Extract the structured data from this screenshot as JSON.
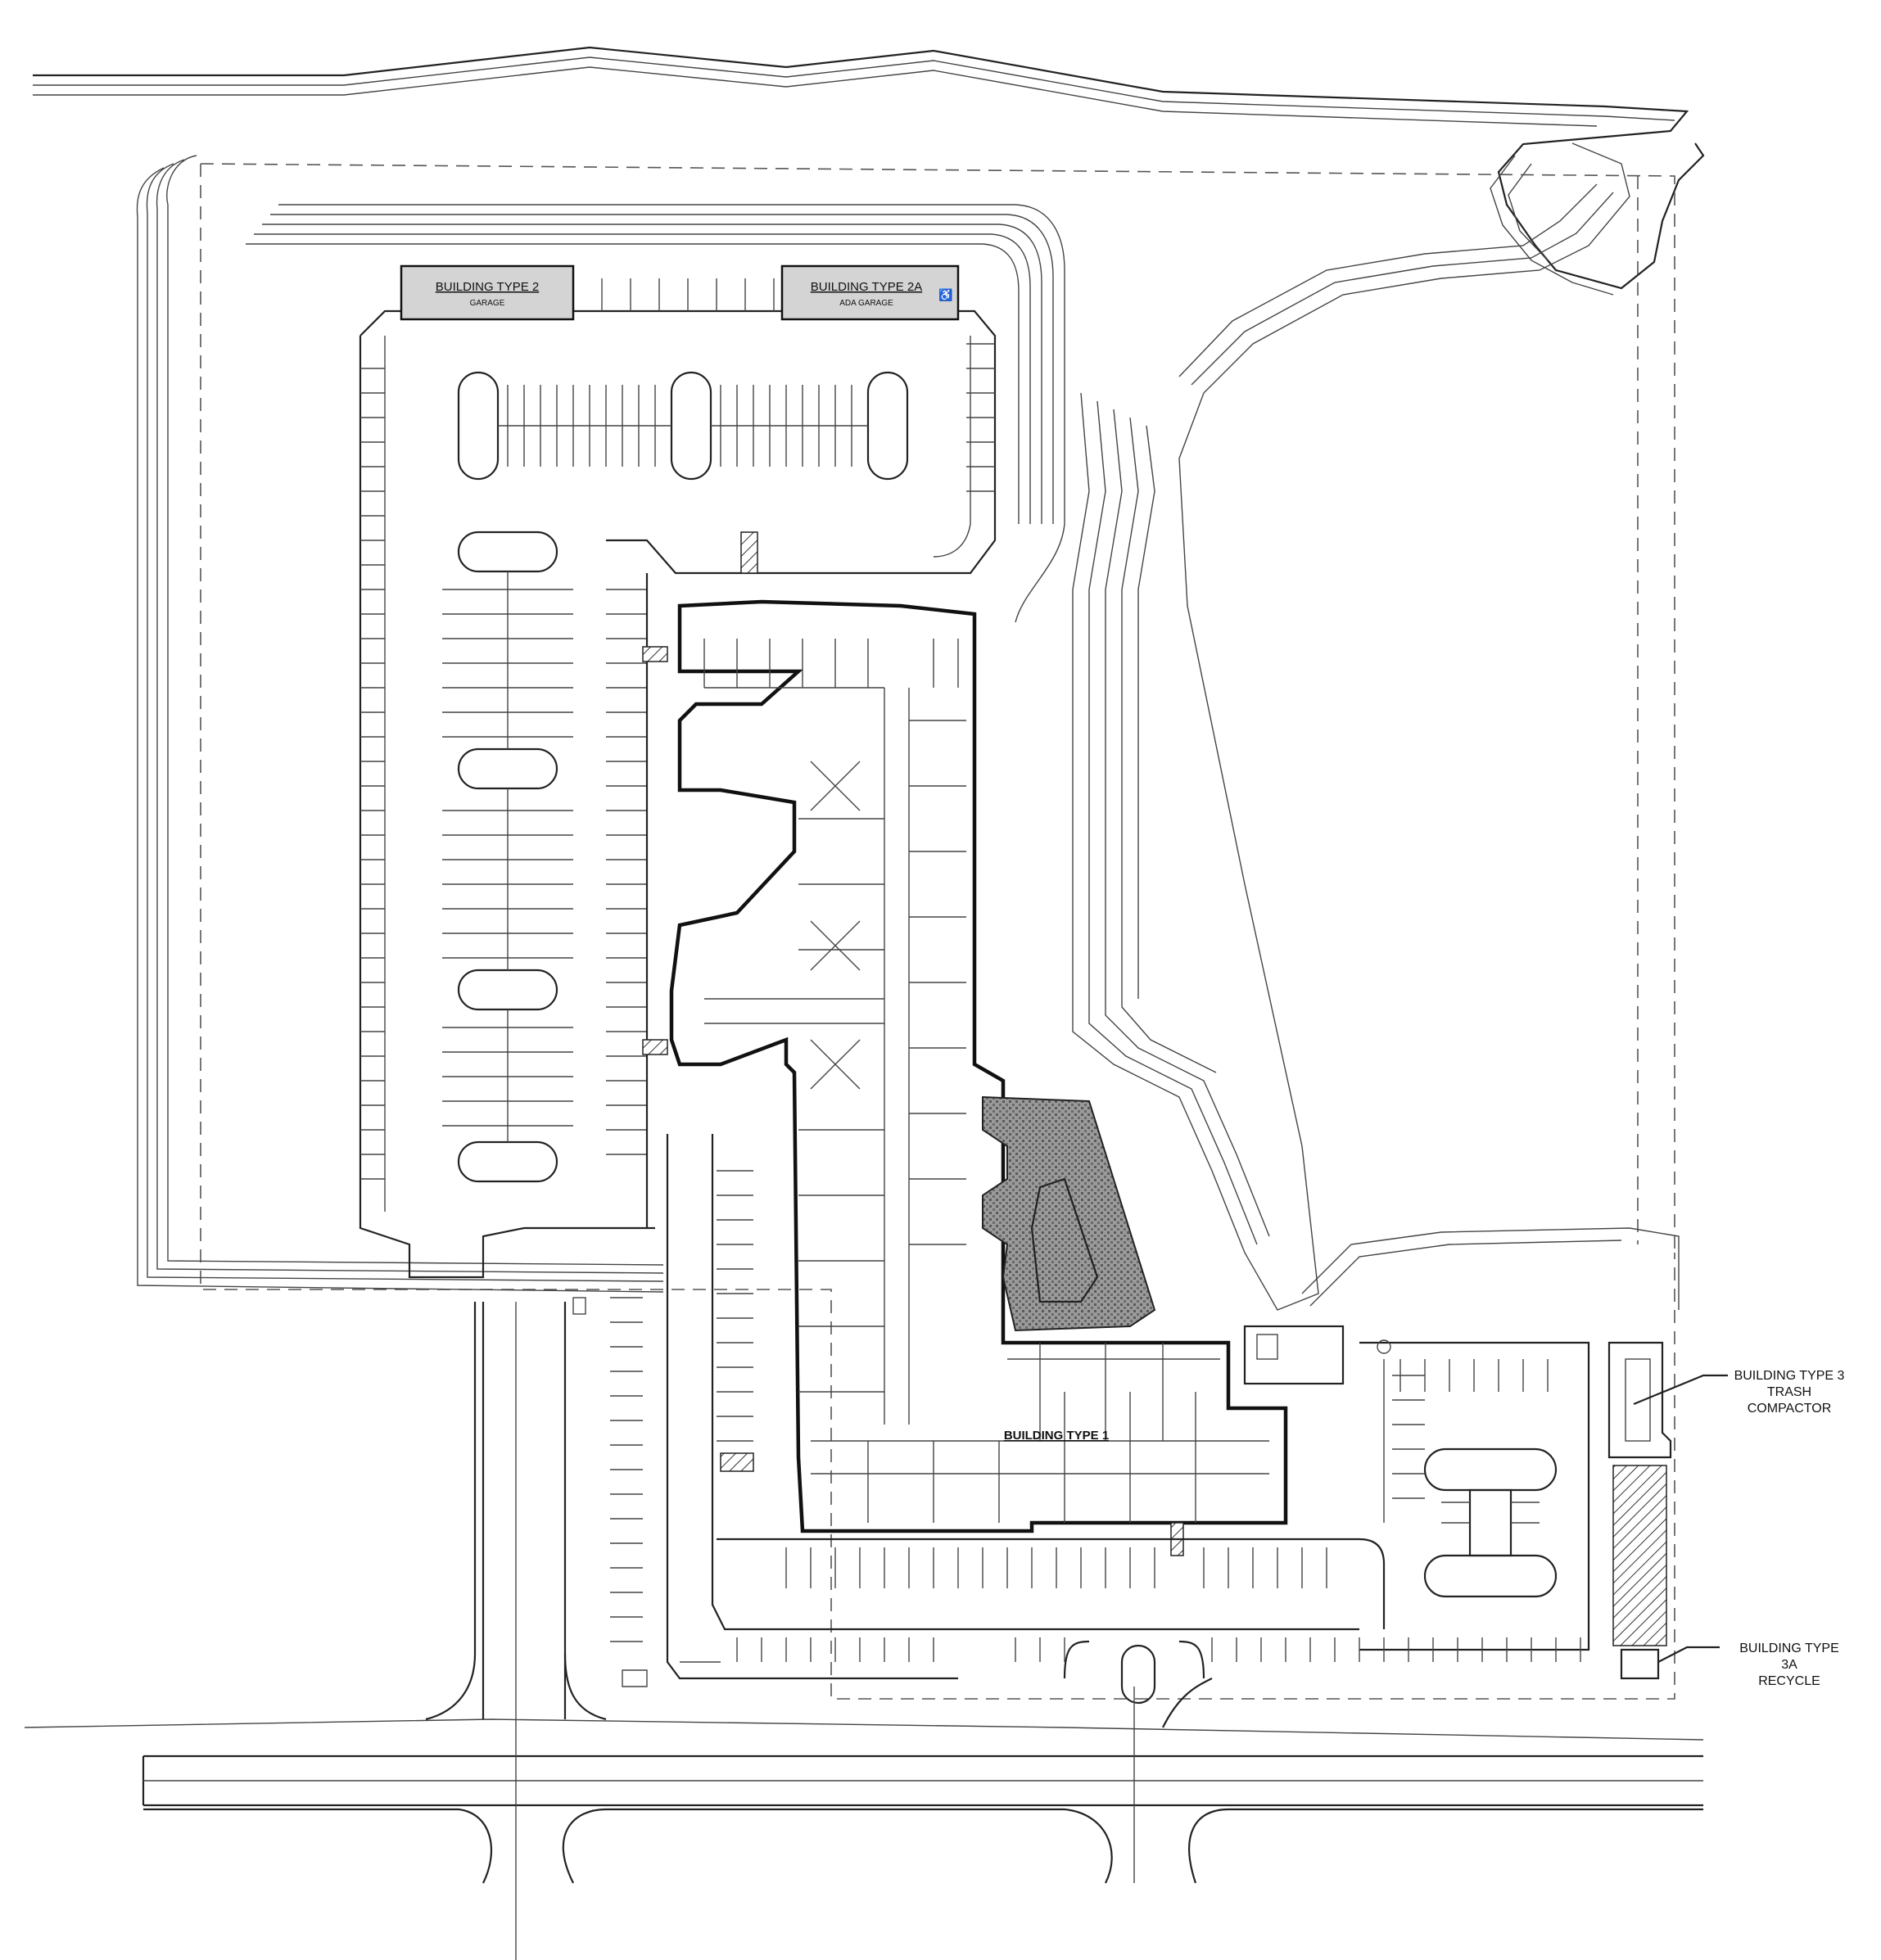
{
  "labels": {
    "building_type_2": "BUILDING TYPE 2",
    "garage": "GARAGE",
    "building_type_2a": "BUILDING TYPE 2A",
    "ada_garage": "ADA GARAGE",
    "building_type_1": "BUILDING TYPE 1",
    "building_type_3_line1": "BUILDING TYPE 3",
    "building_type_3_line2": "TRASH",
    "building_type_3_line3": "COMPACTOR",
    "building_type_3a_line1": "BUILDING TYPE",
    "building_type_3a_line2": "3A",
    "building_type_3a_line3": "RECYCLE",
    "accessible_symbol": "♿"
  },
  "colors": {
    "linework": "#222222",
    "building_tag_fill": "#d4d4d4",
    "paving_pattern": "#888888"
  }
}
